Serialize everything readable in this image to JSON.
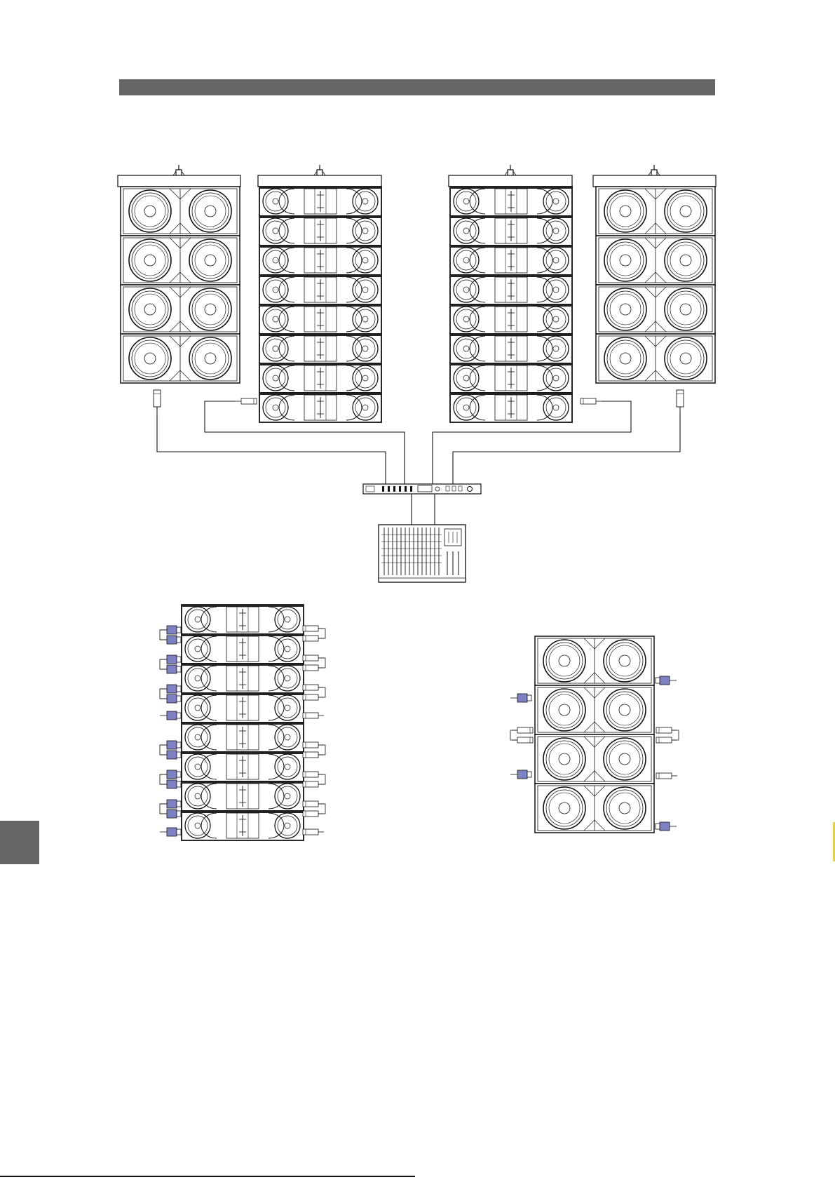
{
  "page": {
    "footer_text": "",
    "colors": {
      "header_bar": "#666666",
      "side_tab": "#666666",
      "line": "#111111",
      "connector_blue": "#7d82c4",
      "edge_mark": "#e8d23a"
    }
  },
  "diagram": {
    "top_row": [
      {
        "type": "subwoofer",
        "cabinets": 4
      },
      {
        "type": "line-array",
        "cabinets": 8
      },
      {
        "type": "line-array",
        "cabinets": 8
      },
      {
        "type": "subwoofer",
        "cabinets": 4
      }
    ],
    "processor": {
      "device": "processor-unit"
    },
    "mixer": {
      "device": "mixing-console",
      "channels": 16
    },
    "line_array_detail": {
      "cabinets": 8,
      "connector_icons": [
        "speakon-linked",
        "xlr-linked"
      ]
    },
    "subwoofer_detail": {
      "cabinets": 4,
      "connector_icons": [
        "speakon",
        "xlr-linked"
      ]
    }
  }
}
